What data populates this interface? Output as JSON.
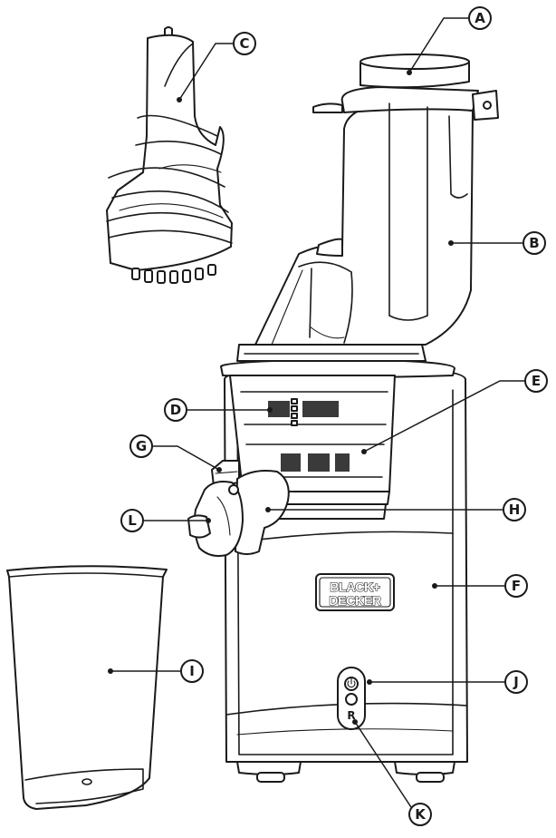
{
  "figure": {
    "callouts": [
      "A",
      "B",
      "C",
      "D",
      "E",
      "F",
      "G",
      "H",
      "I",
      "J",
      "K",
      "L"
    ],
    "brand_logo": {
      "line1": "BLACK+",
      "line2": "DECKER"
    },
    "control_panel": {
      "power_icon": "power-icon",
      "reverse_label": "R"
    }
  }
}
